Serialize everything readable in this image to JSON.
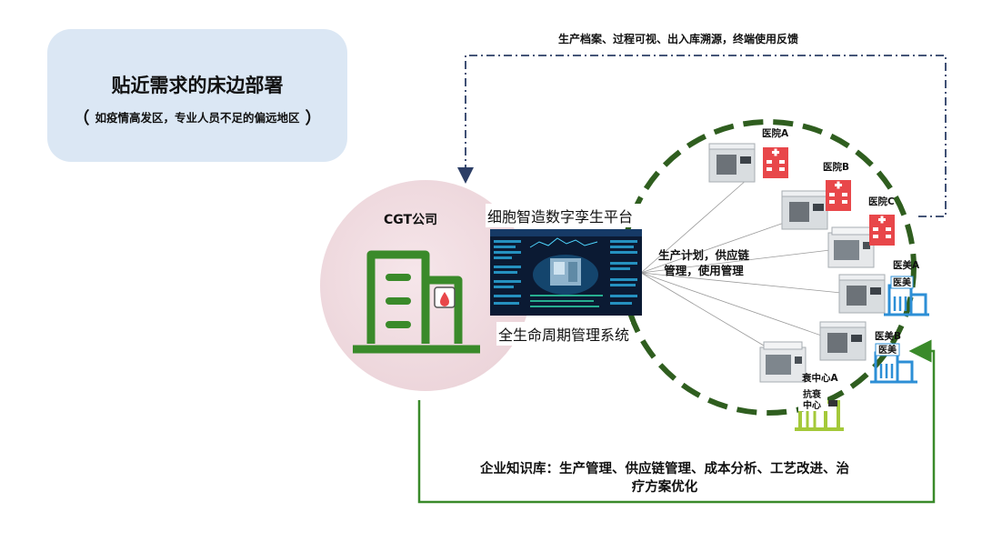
{
  "callout": {
    "title": "贴近需求的床边部署",
    "subtitle": "如疫情高发区，专业人员不足的偏远地区",
    "open_paren": "（",
    "close_paren": "）"
  },
  "company": {
    "label": "CGT公司"
  },
  "platform": {
    "title": "细胞智造数字孪生平台",
    "system": "全生命周期管理系统"
  },
  "flows": {
    "top": "生产档案、过程可视、出入库溯源，终端使用反馈",
    "center_line1": "生产计划，供应链",
    "center_line2": "管理，使用管理",
    "bottom_line1": "企业知识库：生产管理、供应链管理、成本分析、工艺改进、治",
    "bottom_line2": "疗方案优化"
  },
  "nodes": [
    {
      "label": "医院A",
      "icon": "hospital-icon"
    },
    {
      "label": "医院B",
      "icon": "hospital-icon"
    },
    {
      "label": "医院C",
      "icon": "hospital-icon"
    },
    {
      "label": "医美A",
      "icon": "clinic-building-icon",
      "badge": "医美"
    },
    {
      "label": "医美B",
      "icon": "clinic-building-icon",
      "badge": "医美"
    },
    {
      "label": "衰中心A",
      "icon": "anti-aging-center-icon",
      "badge_line1": "抗衰",
      "badge_line2": "中心"
    }
  ],
  "colors": {
    "callout_bg": "#dbe7f4",
    "company_circle": "#eed8dd",
    "green": "#3a8a2a",
    "dark_green_ring": "#2f5e1f",
    "navy_dashed": "#2c3e66",
    "hospital_red": "#e8474a",
    "clinic_blue": "#2d8fd6",
    "lime": "#a4c93a"
  }
}
